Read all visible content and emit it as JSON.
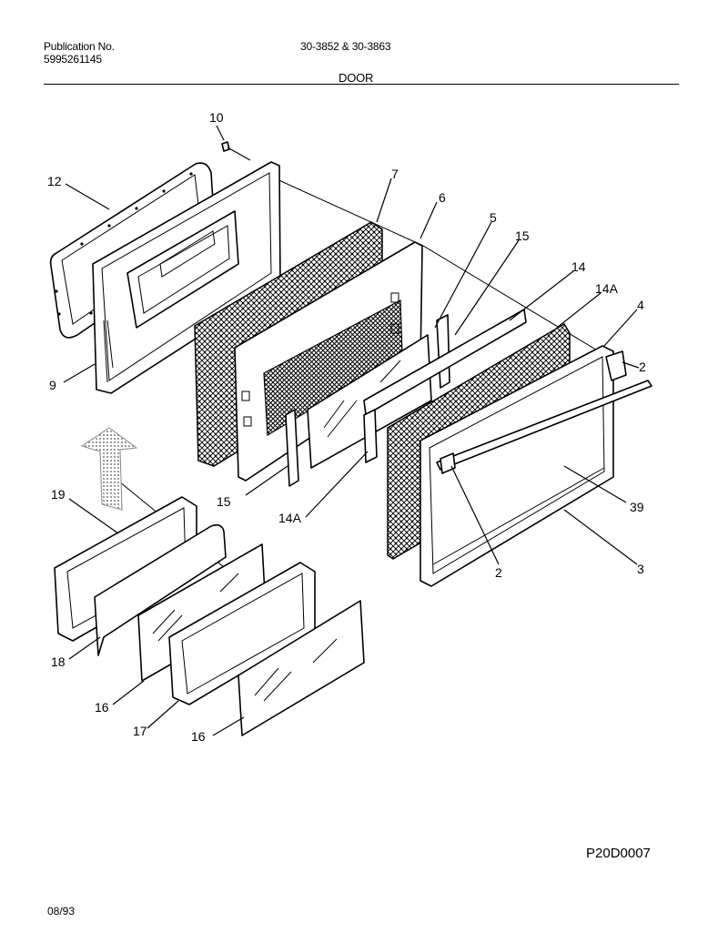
{
  "header": {
    "publication_label": "Publication No.",
    "publication_number": "5995261145",
    "models": "30-3852 & 30-3863",
    "section": "DOOR"
  },
  "footer": {
    "diagram_code": "P20D0007",
    "date": "08/93"
  },
  "callouts": {
    "p10": "10",
    "p12": "12",
    "p7": "7",
    "p6": "6",
    "p5": "5",
    "p15a": "15",
    "p14": "14",
    "p14a_top": "14A",
    "p4": "4",
    "p2a": "2",
    "p9": "9",
    "p15b": "15",
    "p14a_bottom": "14A",
    "p39": "39",
    "p2b": "2",
    "p3": "3",
    "p19": "19",
    "p18": "18",
    "p16a": "16",
    "p17": "17",
    "p16b": "16"
  }
}
